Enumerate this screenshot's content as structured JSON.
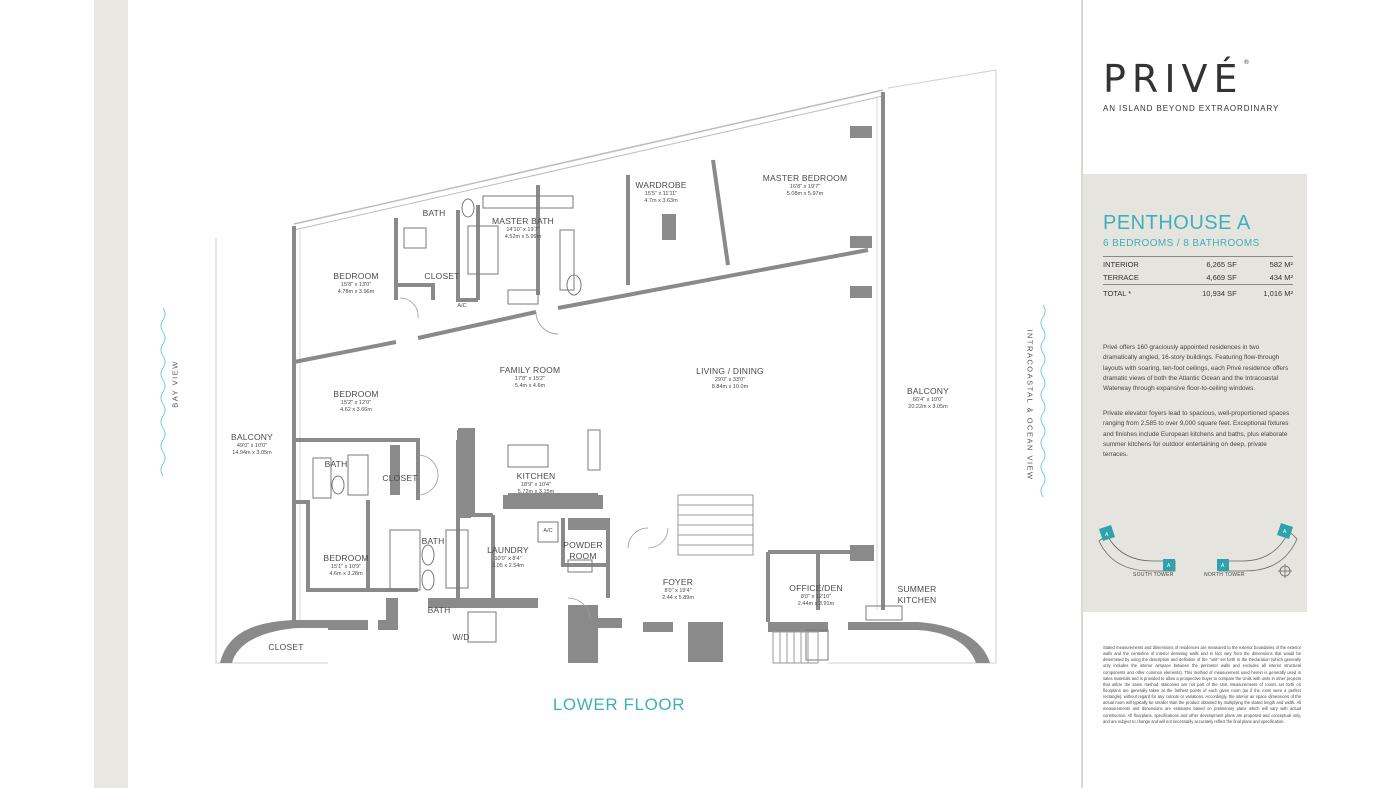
{
  "brand": {
    "logo": "PRIVÉ",
    "logo_mark": "®",
    "tagline": "AN ISLAND BEYOND EXTRAORDINARY",
    "accent_color": "#3fb0ba"
  },
  "unit": {
    "title": "PENTHOUSE A",
    "subtitle": "6 BEDROOMS / 8 BATHROOMS",
    "areas": [
      {
        "label": "INTERIOR",
        "sf": "6,265 SF",
        "m2": "582 M²"
      },
      {
        "label": "TERRACE",
        "sf": "4,669 SF",
        "m2": "434 M²"
      },
      {
        "label": "TOTAL *",
        "sf": "10,934 SF",
        "m2": "1,016 M²"
      }
    ]
  },
  "description": {
    "p1": "Privé offers 160 graciously appointed residences in two dramatically angled, 16-story buildings. Featuring flow-through layouts with soaring, ten-foot ceilings, each Privé residence offers dramatic views of both the Atlantic Ocean and the Intracoastal Waterway through expansive floor-to-ceiling windows.",
    "p2": "Private elevator foyers lead to spacious, well-proportioned spaces ranging from 2,585 to over 9,000 square feet. Exceptional fixtures and finishes include European kitchens and baths, plus elaborate summer kitchens for outdoor entertaining on deep, private terraces."
  },
  "key_plan": {
    "south_tower": "SOUTH TOWER",
    "north_tower": "NORTH TOWER",
    "unit_tag": "A"
  },
  "disclaimer": "Stated measurements and dimensions of residences are measured to the exterior boundaries of the exterior walls and the centerline of interior demising walls and in fact vary from the dimensions that would be determined by using the description and definition of the \"unit\" set forth in the Declaration (which generally only includes the interior airspace between the perimeter walls and excludes all interior structural components and other common elements). This method of measurement used herein is generally used in sales materials and is provided to allow a prospective buyer to compare the Units with units in other projects that utilize the same method. Balconies are not part of the Unit. Measurements of rooms set forth on floorplans are generally taken at the farthest points of each given room (as if the room were a perfect rectangle), without regard for any cutouts or variations. Accordingly, the interior air space dimensions of the actual room will typically be smaller than the product obtained by multiplying the stated length and width. All measurements and dimensions are estimates based on preliminary plans which will vary with actual construction. All floorplans, specifications and other development plans are proposed and conceptual only, and are subject to change and will not necessarily accurately reflect the final plans and specification.",
  "plan": {
    "floor_title": "LOWER FLOOR",
    "bay_view": "BAY VIEW",
    "ocean_view": "INTRACOASTAL & OCEAN VIEW",
    "rooms": [
      {
        "name": "MASTER BEDROOM",
        "dims1": "16'8\" x 19'7\"",
        "dims2": "5.08m x 5.97m"
      },
      {
        "name": "WARDROBE",
        "dims1": "15'5\" x 11'11\"",
        "dims2": "4.7m x 3.63m"
      },
      {
        "name": "MASTER BATH",
        "dims1": "14'10\" x 19'7\"",
        "dims2": "4.52m x 5.99m"
      },
      {
        "name": "BATH",
        "dims1": "",
        "dims2": ""
      },
      {
        "name": "CLOSET",
        "dims1": "",
        "dims2": ""
      },
      {
        "name": "A/C",
        "dims1": "",
        "dims2": ""
      },
      {
        "name": "BEDROOM",
        "dims1": "15'8\" x 13'0\"",
        "dims2": "4.78m x 3.96m"
      },
      {
        "name": "FAMILY ROOM",
        "dims1": "17'8\" x 15'2\"",
        "dims2": "5.4m x 4.6m"
      },
      {
        "name": "LIVING / DINING",
        "dims1": "29'0\" x 33'0\"",
        "dims2": "8.84m x 10.0m"
      },
      {
        "name": "BEDROOM",
        "dims1": "15'2\" x 12'0\"",
        "dims2": "4.62 x 3.66m"
      },
      {
        "name": "BALCONY",
        "dims1": "49'0\" x 10'0\"",
        "dims2": "14.94m x 3.05m"
      },
      {
        "name": "BALCONY",
        "dims1": "66'4\" x 10'0\"",
        "dims2": "20.22m x 3.05m"
      },
      {
        "name": "BATH",
        "dims1": "",
        "dims2": ""
      },
      {
        "name": "CLOSET",
        "dims1": "",
        "dims2": ""
      },
      {
        "name": "KITCHEN",
        "dims1": "18'9\" x 10'4\"",
        "dims2": "5.72m x 3.15m"
      },
      {
        "name": "A/C",
        "dims1": "",
        "dims2": ""
      },
      {
        "name": "BEDROOM",
        "dims1": "15'1\" x 10'9\"",
        "dims2": "4.6m x 3.28m"
      },
      {
        "name": "BATH",
        "dims1": "",
        "dims2": ""
      },
      {
        "name": "BATH",
        "dims1": "",
        "dims2": ""
      },
      {
        "name": "LAUNDRY",
        "dims1": "10'0\" x 8'4\"",
        "dims2": "3.05 x 2.54m"
      },
      {
        "name": "POWDER",
        "dims1": "ROOM",
        "dims2": ""
      },
      {
        "name": "FOYER",
        "dims1": "8'0\" x 19'4\"",
        "dims2": "2.44 x 5.89m"
      },
      {
        "name": "OFFICE/DEN",
        "dims1": "8'0\" x 12'10\"",
        "dims2": "2.44m x 3.91m"
      },
      {
        "name": "SUMMER",
        "dims1": "KITCHEN",
        "dims2": ""
      },
      {
        "name": "CLOSET",
        "dims1": "",
        "dims2": ""
      },
      {
        "name": "W/D",
        "dims1": "",
        "dims2": ""
      }
    ]
  }
}
